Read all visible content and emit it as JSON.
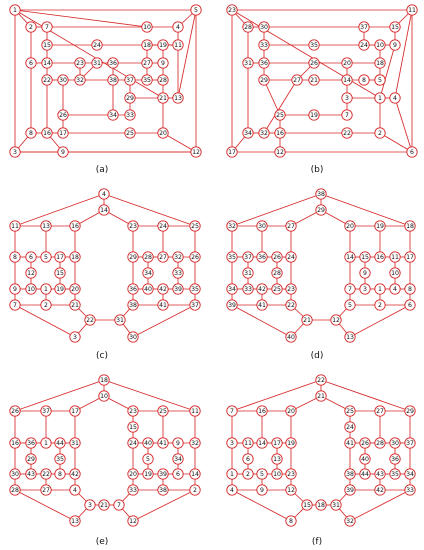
{
  "colors": {
    "edge": "#d62728",
    "node_fill": "#ffffff",
    "text": "#111111"
  },
  "figure": {
    "panels": [
      {
        "id": "a",
        "caption": "(a)",
        "nodes": [
          {
            "label": "1"
          },
          {
            "label": "2"
          },
          {
            "label": "7"
          },
          {
            "label": "10"
          },
          {
            "label": "4"
          },
          {
            "label": "5"
          },
          {
            "label": "15"
          },
          {
            "label": "24"
          },
          {
            "label": "18"
          },
          {
            "label": "19"
          },
          {
            "label": "11"
          },
          {
            "label": "6"
          },
          {
            "label": "14"
          },
          {
            "label": "23"
          },
          {
            "label": "31"
          },
          {
            "label": "36"
          },
          {
            "label": "27"
          },
          {
            "label": "9"
          },
          {
            "label": "22"
          },
          {
            "label": "30"
          },
          {
            "label": "32"
          },
          {
            "label": "38"
          },
          {
            "label": "37"
          },
          {
            "label": "35"
          },
          {
            "label": "28"
          },
          {
            "label": "29"
          },
          {
            "label": "21"
          },
          {
            "label": "13"
          },
          {
            "label": "26"
          },
          {
            "label": "34"
          },
          {
            "label": "33"
          },
          {
            "label": "8"
          },
          {
            "label": "16"
          },
          {
            "label": "17"
          },
          {
            "label": "25"
          },
          {
            "label": "20"
          },
          {
            "label": "3"
          },
          {
            "label": "9"
          },
          {
            "label": "12"
          }
        ]
      },
      {
        "id": "b",
        "caption": "(b)",
        "nodes": [
          {
            "label": "23"
          },
          {
            "label": "28"
          },
          {
            "label": "30"
          },
          {
            "label": "37"
          },
          {
            "label": "15"
          },
          {
            "label": "11"
          },
          {
            "label": "33"
          },
          {
            "label": "35"
          },
          {
            "label": "24"
          },
          {
            "label": "10"
          },
          {
            "label": "9"
          },
          {
            "label": "31"
          },
          {
            "label": "36"
          },
          {
            "label": "26"
          },
          {
            "label": "20"
          },
          {
            "label": "18"
          },
          {
            "label": "29"
          },
          {
            "label": "27"
          },
          {
            "label": "21"
          },
          {
            "label": "14"
          },
          {
            "label": "8"
          },
          {
            "label": "13"
          },
          {
            "label": "5"
          },
          {
            "label": "3"
          },
          {
            "label": "1"
          },
          {
            "label": "4"
          },
          {
            "label": "25"
          },
          {
            "label": "19"
          },
          {
            "label": "7"
          },
          {
            "label": "34"
          },
          {
            "label": "32"
          },
          {
            "label": "16"
          },
          {
            "label": "22"
          },
          {
            "label": "2"
          },
          {
            "label": "17"
          },
          {
            "label": "12"
          },
          {
            "label": "6"
          }
        ]
      },
      {
        "id": "c",
        "caption": "(c)",
        "nodes": [
          {
            "label": "4"
          },
          {
            "label": "14"
          },
          {
            "label": "11"
          },
          {
            "label": "13"
          },
          {
            "label": "16"
          },
          {
            "label": "23"
          },
          {
            "label": "24"
          },
          {
            "label": "25"
          },
          {
            "label": "8"
          },
          {
            "label": "6"
          },
          {
            "label": "5"
          },
          {
            "label": "17"
          },
          {
            "label": "18"
          },
          {
            "label": "29"
          },
          {
            "label": "28"
          },
          {
            "label": "27"
          },
          {
            "label": "32"
          },
          {
            "label": "26"
          },
          {
            "label": "12"
          },
          {
            "label": "15"
          },
          {
            "label": "34"
          },
          {
            "label": "33"
          },
          {
            "label": "9"
          },
          {
            "label": "10"
          },
          {
            "label": "1"
          },
          {
            "label": "19"
          },
          {
            "label": "20"
          },
          {
            "label": "36"
          },
          {
            "label": "40"
          },
          {
            "label": "42"
          },
          {
            "label": "39"
          },
          {
            "label": "35"
          },
          {
            "label": "7"
          },
          {
            "label": "2"
          },
          {
            "label": "21"
          },
          {
            "label": "38"
          },
          {
            "label": "41"
          },
          {
            "label": "37"
          },
          {
            "label": "22"
          },
          {
            "label": "31"
          },
          {
            "label": "3"
          },
          {
            "label": "30"
          }
        ]
      },
      {
        "id": "d",
        "caption": "(d)",
        "nodes": [
          {
            "label": "38"
          },
          {
            "label": "29"
          },
          {
            "label": "32"
          },
          {
            "label": "30"
          },
          {
            "label": "27"
          },
          {
            "label": "20"
          },
          {
            "label": "19"
          },
          {
            "label": "18"
          },
          {
            "label": "35"
          },
          {
            "label": "37"
          },
          {
            "label": "36"
          },
          {
            "label": "26"
          },
          {
            "label": "24"
          },
          {
            "label": "14"
          },
          {
            "label": "15"
          },
          {
            "label": "16"
          },
          {
            "label": "11"
          },
          {
            "label": "17"
          },
          {
            "label": "31"
          },
          {
            "label": "28"
          },
          {
            "label": "9"
          },
          {
            "label": "10"
          },
          {
            "label": "34"
          },
          {
            "label": "33"
          },
          {
            "label": "42"
          },
          {
            "label": "25"
          },
          {
            "label": "23"
          },
          {
            "label": "7"
          },
          {
            "label": "3"
          },
          {
            "label": "1"
          },
          {
            "label": "4"
          },
          {
            "label": "8"
          },
          {
            "label": "39"
          },
          {
            "label": "41"
          },
          {
            "label": "22"
          },
          {
            "label": "5"
          },
          {
            "label": "2"
          },
          {
            "label": "6"
          },
          {
            "label": "21"
          },
          {
            "label": "12"
          },
          {
            "label": "40"
          },
          {
            "label": "13"
          }
        ]
      },
      {
        "id": "e",
        "caption": "(e)",
        "nodes": [
          {
            "label": "18"
          },
          {
            "label": "10"
          },
          {
            "label": "26"
          },
          {
            "label": "37"
          },
          {
            "label": "17"
          },
          {
            "label": "23"
          },
          {
            "label": "25"
          },
          {
            "label": "11"
          },
          {
            "label": "15"
          },
          {
            "label": "16"
          },
          {
            "label": "36"
          },
          {
            "label": "1"
          },
          {
            "label": "44"
          },
          {
            "label": "31"
          },
          {
            "label": "40"
          },
          {
            "label": "41"
          },
          {
            "label": "9"
          },
          {
            "label": "32"
          },
          {
            "label": "24"
          },
          {
            "label": "29"
          },
          {
            "label": "35"
          },
          {
            "label": "5"
          },
          {
            "label": "34"
          },
          {
            "label": "30"
          },
          {
            "label": "43"
          },
          {
            "label": "22"
          },
          {
            "label": "8"
          },
          {
            "label": "42"
          },
          {
            "label": "20"
          },
          {
            "label": "19"
          },
          {
            "label": "39"
          },
          {
            "label": "6"
          },
          {
            "label": "14"
          },
          {
            "label": "28"
          },
          {
            "label": "27"
          },
          {
            "label": "4"
          },
          {
            "label": "33"
          },
          {
            "label": "38"
          },
          {
            "label": "2"
          },
          {
            "label": "3"
          },
          {
            "label": "21"
          },
          {
            "label": "7"
          },
          {
            "label": "13"
          },
          {
            "label": "12"
          }
        ]
      },
      {
        "id": "f",
        "caption": "(f)",
        "nodes": [
          {
            "label": "22"
          },
          {
            "label": "21"
          },
          {
            "label": "7"
          },
          {
            "label": "16"
          },
          {
            "label": "20"
          },
          {
            "label": "25"
          },
          {
            "label": "27"
          },
          {
            "label": "29"
          },
          {
            "label": "24"
          },
          {
            "label": "3"
          },
          {
            "label": "11"
          },
          {
            "label": "14"
          },
          {
            "label": "17"
          },
          {
            "label": "19"
          },
          {
            "label": "26"
          },
          {
            "label": "28"
          },
          {
            "label": "30"
          },
          {
            "label": "37"
          },
          {
            "label": "41"
          },
          {
            "label": "6"
          },
          {
            "label": "13"
          },
          {
            "label": "40"
          },
          {
            "label": "36"
          },
          {
            "label": "1"
          },
          {
            "label": "2"
          },
          {
            "label": "5"
          },
          {
            "label": "10"
          },
          {
            "label": "23"
          },
          {
            "label": "38"
          },
          {
            "label": "44"
          },
          {
            "label": "43"
          },
          {
            "label": "35"
          },
          {
            "label": "34"
          },
          {
            "label": "4"
          },
          {
            "label": "9"
          },
          {
            "label": "12"
          },
          {
            "label": "39"
          },
          {
            "label": "42"
          },
          {
            "label": "33"
          },
          {
            "label": "15"
          },
          {
            "label": "18"
          },
          {
            "label": "31"
          },
          {
            "label": "8"
          },
          {
            "label": "32"
          }
        ]
      }
    ]
  }
}
